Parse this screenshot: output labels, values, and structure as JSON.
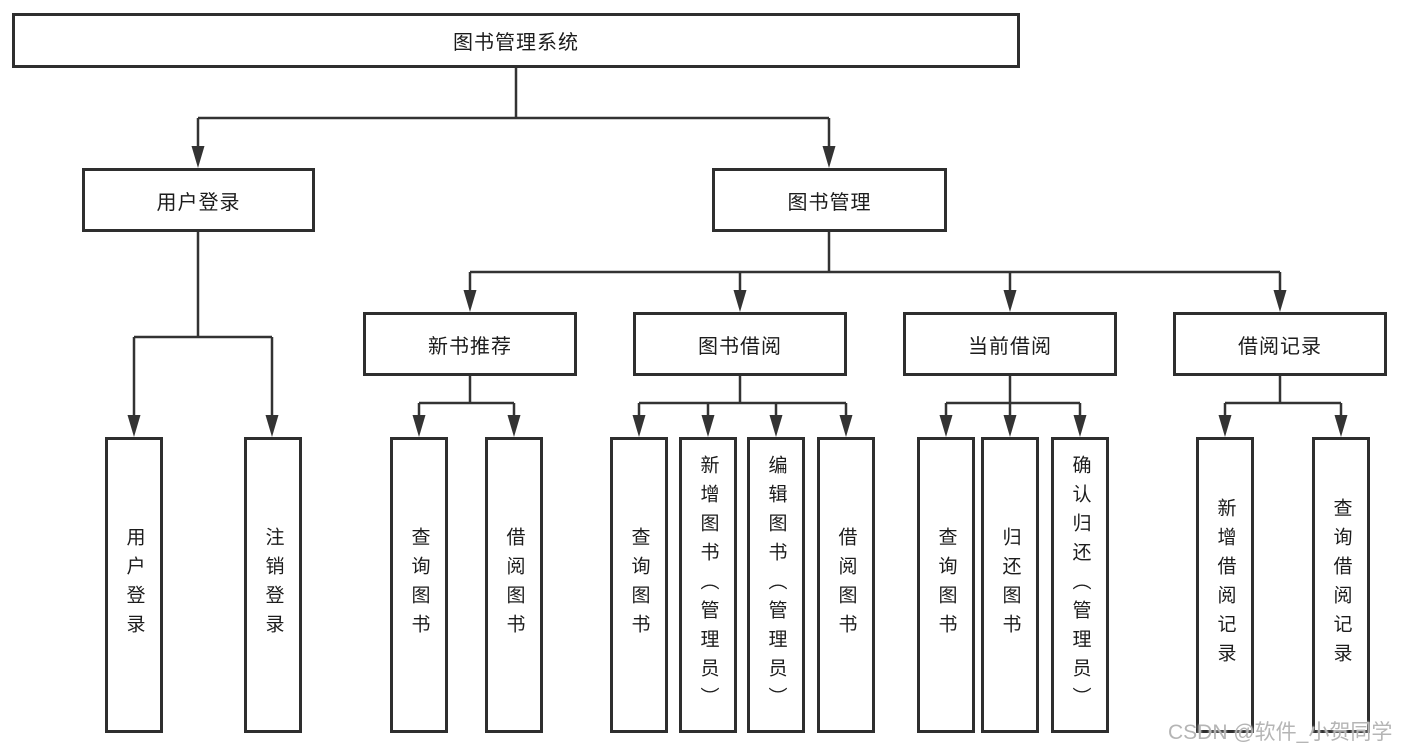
{
  "nodes": {
    "root": "图书管理系统",
    "user_login": "用户登录",
    "book_mgmt": "图书管理",
    "new_book_rec": "新书推荐",
    "book_borrow": "图书借阅",
    "current_borrow": "当前借阅",
    "borrow_records": "借阅记录",
    "leaf_user_login": "用户登录",
    "leaf_logout": "注销登录",
    "leaf_query_book_1": "查询图书",
    "leaf_borrow_book_1": "借阅图书",
    "leaf_query_book_2": "查询图书",
    "leaf_add_book": "新增图书（管理员）",
    "leaf_edit_book": "编辑图书（管理员）",
    "leaf_borrow_book_2": "借阅图书",
    "leaf_query_book_3": "查询图书",
    "leaf_return_book": "归还图书",
    "leaf_confirm_return": "确认归还（管理员）",
    "leaf_add_record": "新增借阅记录",
    "leaf_query_record": "查询借阅记录"
  },
  "watermark": "CSDN @软件_小贺同学",
  "colors": {
    "line": "#333333",
    "box_border": "#2e2e2e",
    "text": "#1c1c1c",
    "watermark": "#b5b5b5",
    "background": "#ffffff"
  }
}
